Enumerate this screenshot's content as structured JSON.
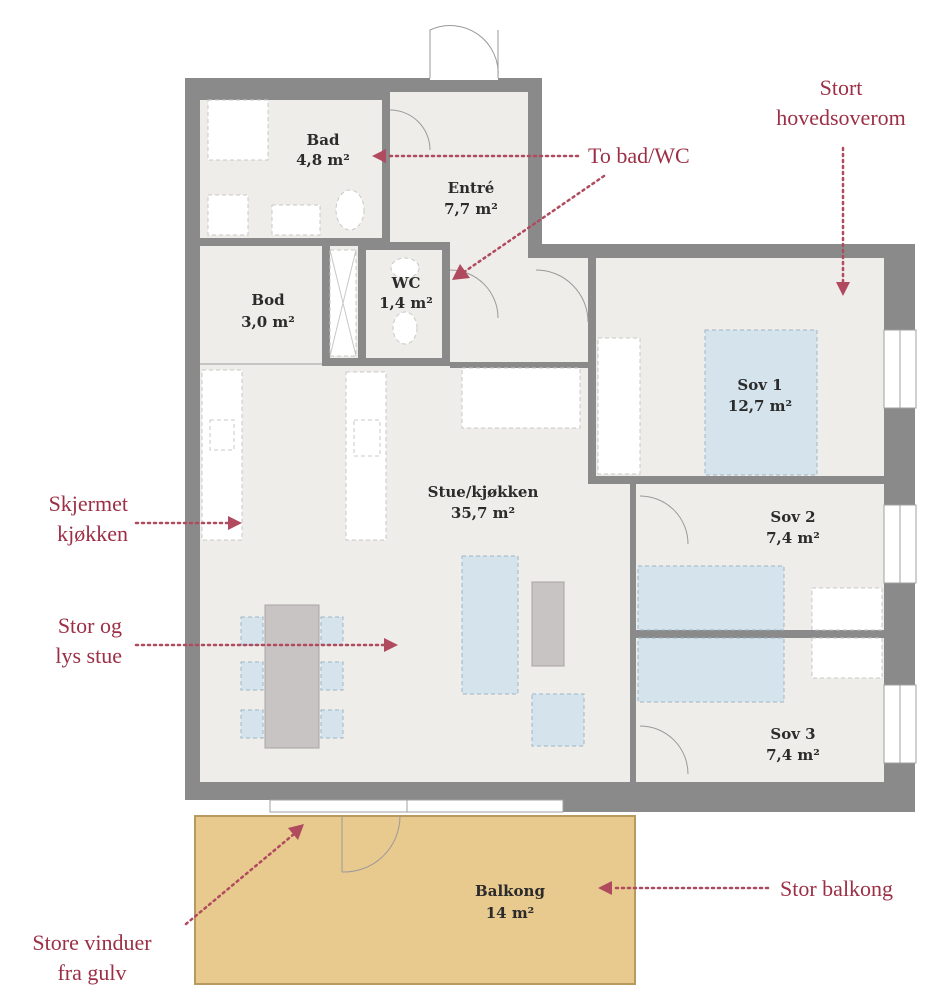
{
  "rooms": {
    "bad": {
      "name": "Bad",
      "area": "4,8 m²"
    },
    "entre": {
      "name": "Entré",
      "area": "7,7 m²"
    },
    "wc": {
      "name": "WC",
      "area": "1,4 m²"
    },
    "bod": {
      "name": "Bod",
      "area": "3,0 m²"
    },
    "sov1": {
      "name": "Sov 1",
      "area": "12,7 m²"
    },
    "stue": {
      "name": "Stue/kjøkken",
      "area": "35,7 m²"
    },
    "sov2": {
      "name": "Sov 2",
      "area": "7,4 m²"
    },
    "sov3": {
      "name": "Sov 3",
      "area": "7,4 m²"
    },
    "balkong": {
      "name": "Balkong",
      "area": "14 m²"
    }
  },
  "callouts": {
    "stort_hovedsoverom": [
      "Stort",
      "hovedsoverom"
    ],
    "to_bad_wc": "To bad/WC",
    "skjermet_kjokken": [
      "Skjermet",
      "kjøkken"
    ],
    "stor_og_lys_stue": [
      "Stor og",
      "lys stue"
    ],
    "stor_balkong": "Stor balkong",
    "store_vinduer": [
      "Store vinduer",
      "fra gulv"
    ]
  },
  "colors": {
    "callout_text": "#9c2f45",
    "callout_arrow": "#b04a5f",
    "wall": "#8a8a8a",
    "floor": "#eeede9",
    "balcony": "#e8c98e",
    "bed": "#d5e3ec"
  }
}
